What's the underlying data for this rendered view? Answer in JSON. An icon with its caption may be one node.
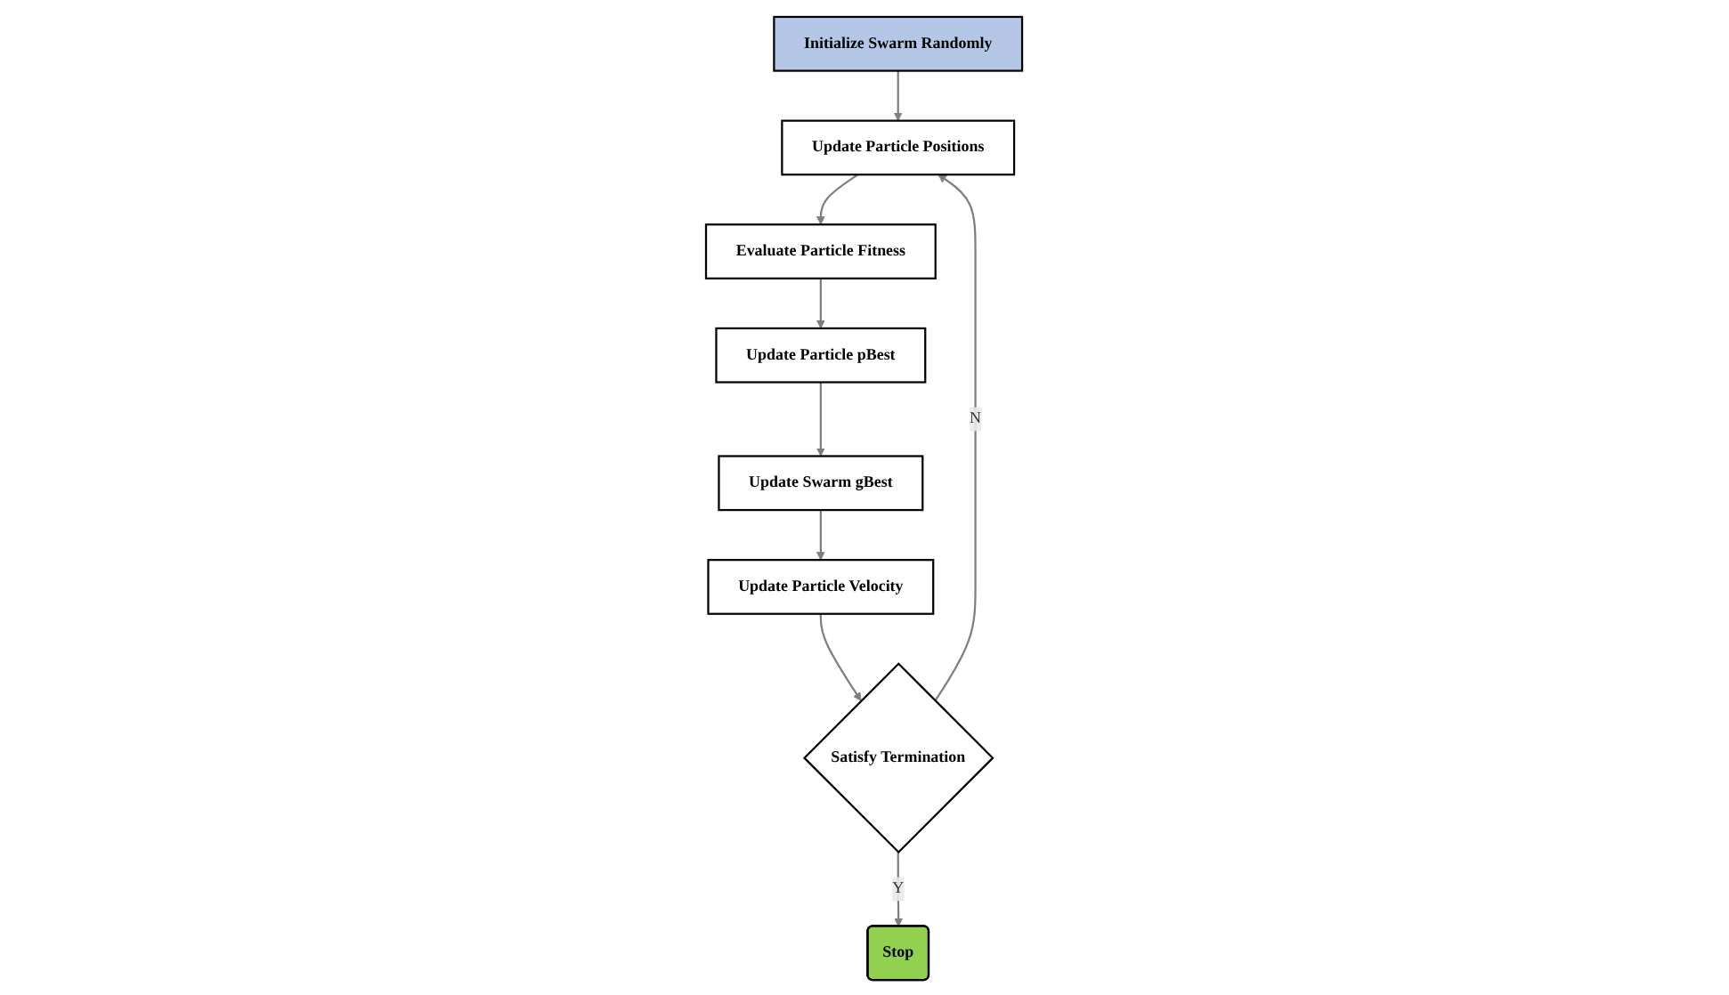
{
  "diagram": {
    "nodes": [
      {
        "text": [
          "Initialize Swarm Randomly"
        ]
      },
      {
        "text": [
          "Update Particle Positions"
        ]
      },
      {
        "text": [
          "Evaluate Particle Fitness"
        ]
      },
      {
        "text": [
          "Update Particle pBest"
        ]
      },
      {
        "text": [
          "Update Swarm gBest"
        ]
      },
      {
        "text": [
          "Update Particle Velocity"
        ]
      },
      {
        "text": [
          "Satisfy Termination"
        ]
      },
      {
        "text": [
          "Stop"
        ]
      }
    ],
    "edges": [
      {
        "from": 0,
        "to": 1,
        "arrow": "to"
      },
      {
        "from": 1,
        "to": 2,
        "arrow": "to"
      },
      {
        "from": 2,
        "to": 3,
        "arrow": "to"
      },
      {
        "from": 3,
        "to": 4,
        "arrow": "to"
      },
      {
        "from": 4,
        "to": 5,
        "arrow": "to"
      },
      {
        "from": 5,
        "to": 6,
        "arrow": "to"
      },
      {
        "from": 6,
        "to": 1,
        "arrow": "to",
        "label": "N"
      },
      {
        "from": 6,
        "to": 7,
        "arrow": "to",
        "label": "Y"
      }
    ]
  }
}
